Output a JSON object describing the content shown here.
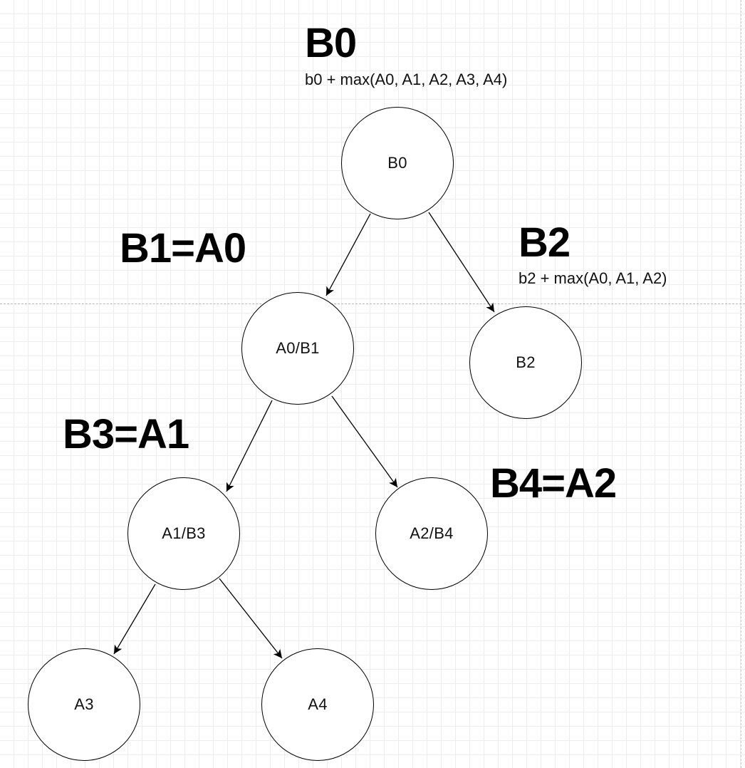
{
  "nodes": {
    "b0": "B0",
    "a0b1": "A0/B1",
    "b2": "B2",
    "a1b3": "A1/B3",
    "a2b4": "A2/B4",
    "a3": "A3",
    "a4": "A4"
  },
  "annotations": {
    "b0_title": "B0",
    "b0_formula": "b0 + max(A0, A1, A2, A3, A4)",
    "b1_title": "B1=A0",
    "b2_title": "B2",
    "b2_formula": "b2 + max(A0, A1, A2)",
    "b3_title": "B3=A1",
    "b4_title": "B4=A2"
  }
}
